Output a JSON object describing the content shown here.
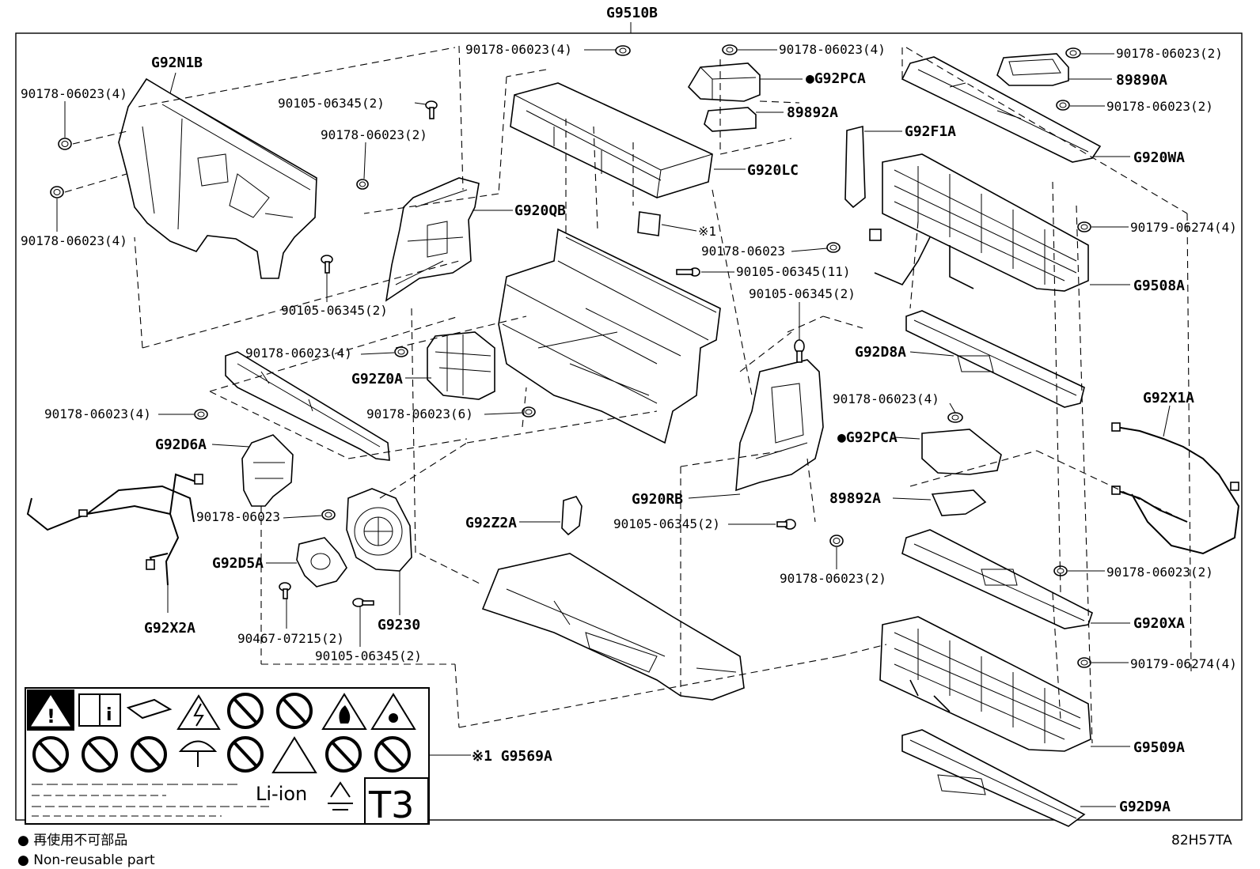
{
  "diagram_code": "82H57TA",
  "assembly_label": "G9510B",
  "labels": {
    "g92n1b": "G92N1B",
    "g920qb": "G920QB",
    "g920lc": "G920LC",
    "g92pca_top": "●G92PCA",
    "p89892a_top": "89892A",
    "p89890a": "89890A",
    "g920wa": "G920WA",
    "g92f1a": "G92F1A",
    "g9508a": "G9508A",
    "g92d8a": "G92D8A",
    "g92x1a": "G92X1A",
    "g92pca_mid": "●G92PCA",
    "p89892a_mid": "89892A",
    "g920rb": "G920RB",
    "g920xa": "G920XA",
    "g9509a": "G9509A",
    "g92d9a": "G92D9A",
    "g92z0a": "G92Z0A",
    "g92d6a": "G92D6A",
    "g92d5a": "G92D5A",
    "g92x2a": "G92X2A",
    "g9230": "G9230",
    "g92z2a": "G92Z2A",
    "g9569a": "※1 G9569A",
    "ref1": "※1"
  },
  "fasteners": {
    "f_top_center": "90178-06023(4)",
    "f_left_upper": "90178-06023(4)",
    "f_left_lower": "90178-06023(4)",
    "f_qb_bolt": "90105-06345(2)",
    "f_qb_nut": "90178-06023(2)",
    "f_qb_lower_bolt": "90105-06345(2)",
    "f_pca_top": "90178-06023(4)",
    "f_89890a_upper": "90178-06023(2)",
    "f_89890a_lower": "90178-06023(2)",
    "f_9508_bolt": "90179-06274(4)",
    "f_center_nut": "90178-06023",
    "f_center_bolt": "90105-06345(11)",
    "f_rb_bolt": "90105-06345(2)",
    "f_z0a_nut": "90178-06023(4)",
    "f_left_mid": "90178-06023(4)",
    "f_center_six": "90178-06023(6)",
    "f_pca_mid": "90178-06023(4)",
    "f_d6a_nut": "90178-06023",
    "f_rb_lower_bolt": "90105-06345(2)",
    "f_rb_nut": "90178-06023(2)",
    "f_xa_nut": "90178-06023(2)",
    "f_9509_bolt": "90179-06274(4)",
    "f_d5a_screw": "90467-07215(2)",
    "f_9230_bolt": "90105-06345(2)"
  },
  "warning_label": {
    "chemistry": "Li-ion",
    "class_code": "T3",
    "info_glyph": "i",
    "warning_glyph": "!"
  },
  "legend": {
    "line1": "● 再使用不可部品",
    "line2": "● Non-reusable part"
  }
}
